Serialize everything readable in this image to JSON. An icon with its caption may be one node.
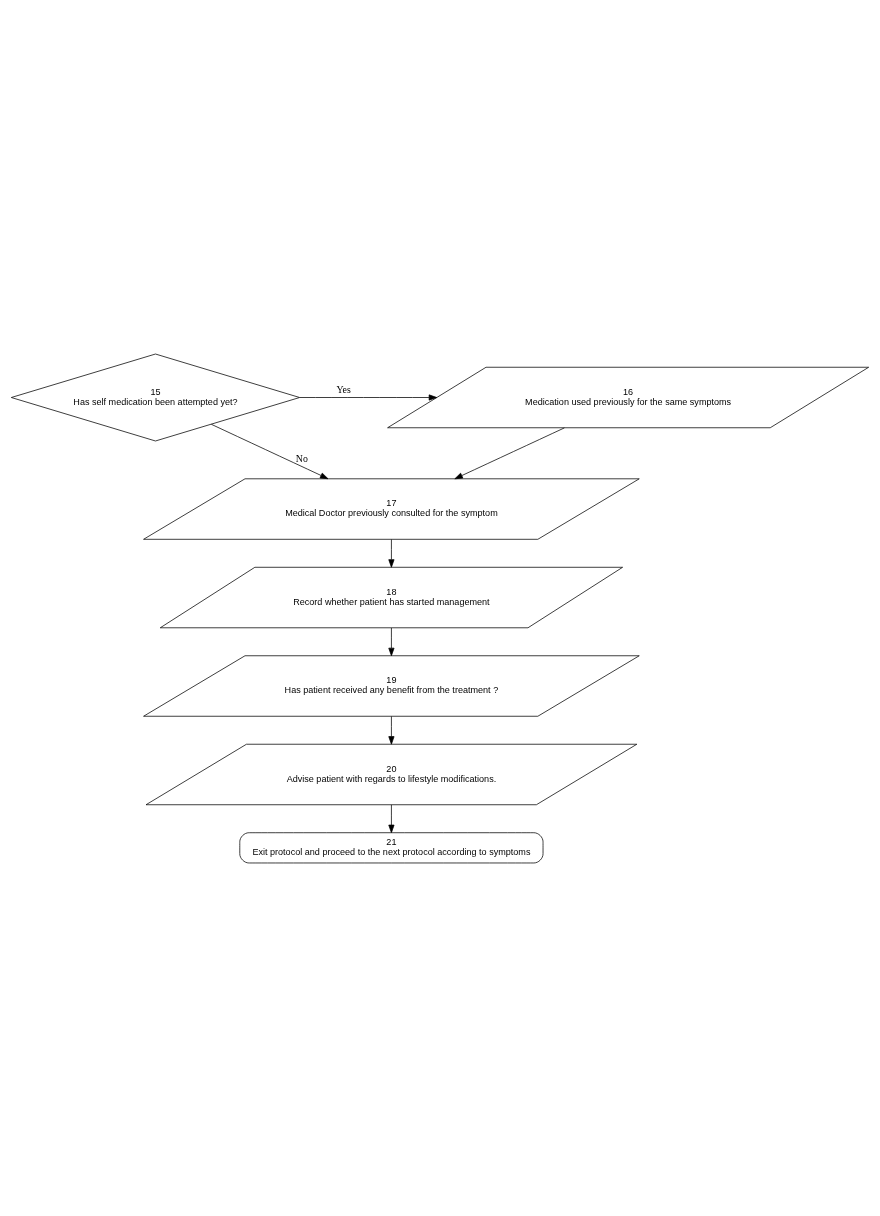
{
  "diagram": {
    "nodes": [
      {
        "text": [
          "15",
          "Has self medication been attempted yet?"
        ]
      },
      {
        "text": [
          "16",
          "Medication used previously for the same symptoms"
        ]
      },
      {
        "text": [
          "17",
          "Medical Doctor previously consulted for the symptom"
        ]
      },
      {
        "text": [
          "18",
          "Record whether patient has started management"
        ]
      },
      {
        "text": [
          "19",
          "Has patient received any benefit from the treatment ?"
        ]
      },
      {
        "text": [
          "20",
          "Advise patient with regards to lifestyle modifications."
        ]
      },
      {
        "text": [
          "21",
          "Exit protocol and proceed to the next protocol according to symptoms"
        ]
      }
    ],
    "edges": [
      {
        "from": 0,
        "to": 1,
        "arrow": "to",
        "label": "Yes"
      },
      {
        "from": 0,
        "to": 2,
        "arrow": "to",
        "label": "No"
      },
      {
        "from": 1,
        "to": 2,
        "arrow": "to"
      },
      {
        "from": 2,
        "to": 3,
        "arrow": "to"
      },
      {
        "from": 3,
        "to": 4,
        "arrow": "to"
      },
      {
        "from": 4,
        "to": 5,
        "arrow": "to"
      },
      {
        "from": 5,
        "to": 6,
        "arrow": "to"
      }
    ]
  }
}
